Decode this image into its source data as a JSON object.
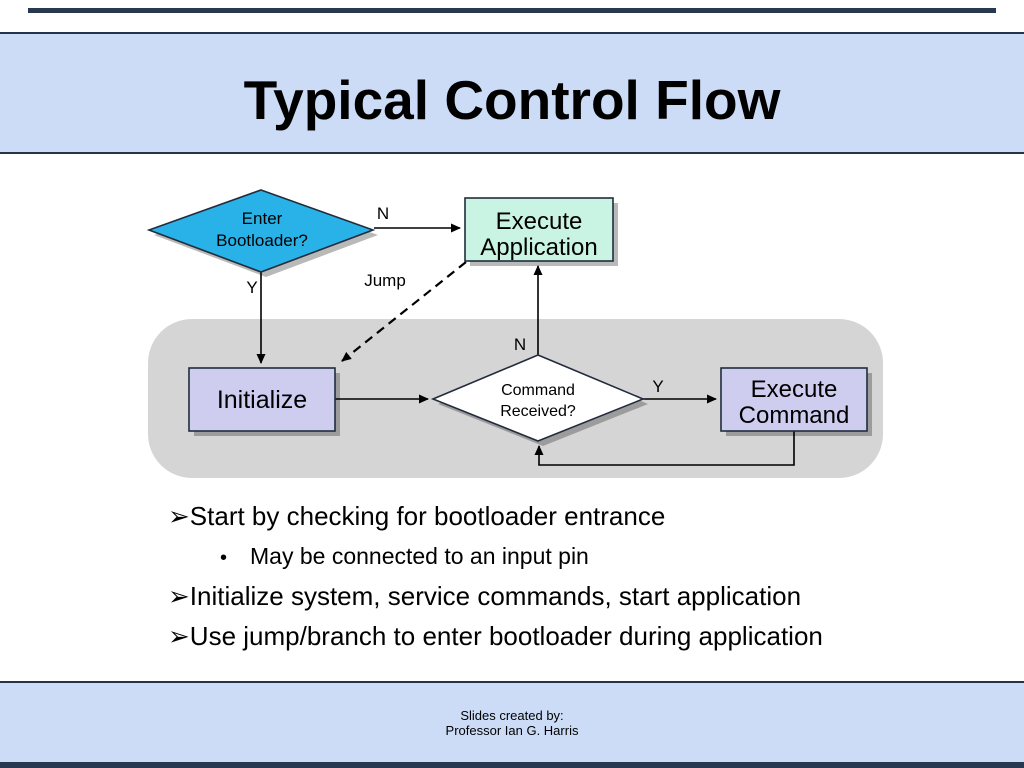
{
  "slide": {
    "title": "Typical Control Flow",
    "footer": {
      "line1": "Slides created by:",
      "line2": "Professor Ian G. Harris"
    }
  },
  "flowchart": {
    "nodes": {
      "enter_bootloader": {
        "line1": "Enter",
        "line2": "Bootloader?",
        "shape": "diamond",
        "fill": "#29b2e8"
      },
      "execute_application": {
        "line1": "Execute",
        "line2": "Application",
        "shape": "rect",
        "fill": "#c9f3e2"
      },
      "initialize": {
        "label": "Initialize",
        "shape": "rect",
        "fill": "#cfcdef"
      },
      "command_received": {
        "line1": "Command",
        "line2": "Received?",
        "shape": "diamond",
        "fill": "#ffffff"
      },
      "execute_command": {
        "line1": "Execute",
        "line2": "Command",
        "shape": "rect",
        "fill": "#cfcdef"
      }
    },
    "edge_labels": {
      "no_to_application": "N",
      "yes_to_initialize": "Y",
      "jump": "Jump",
      "no_to_application_inner": "N",
      "yes_to_command": "Y"
    },
    "region_color": "#d5d5d5"
  },
  "bullets": [
    {
      "level": 1,
      "marker": "➢",
      "text": "Start by checking for bootloader entrance"
    },
    {
      "level": 2,
      "marker": "•",
      "text": "May be connected to an input pin"
    },
    {
      "level": 1,
      "marker": "➢",
      "text": "Initialize system, service commands, start application"
    },
    {
      "level": 1,
      "marker": "➢",
      "text": "Use jump/branch to enter bootloader during application"
    }
  ],
  "colors": {
    "band_blue": "#ccdcf7",
    "rule_navy": "#283850",
    "diamond_cyan": "#29b2e8",
    "box_mint": "#c9f3e2",
    "box_lavender": "#cfcdef",
    "region_gray": "#d5d5d5"
  }
}
